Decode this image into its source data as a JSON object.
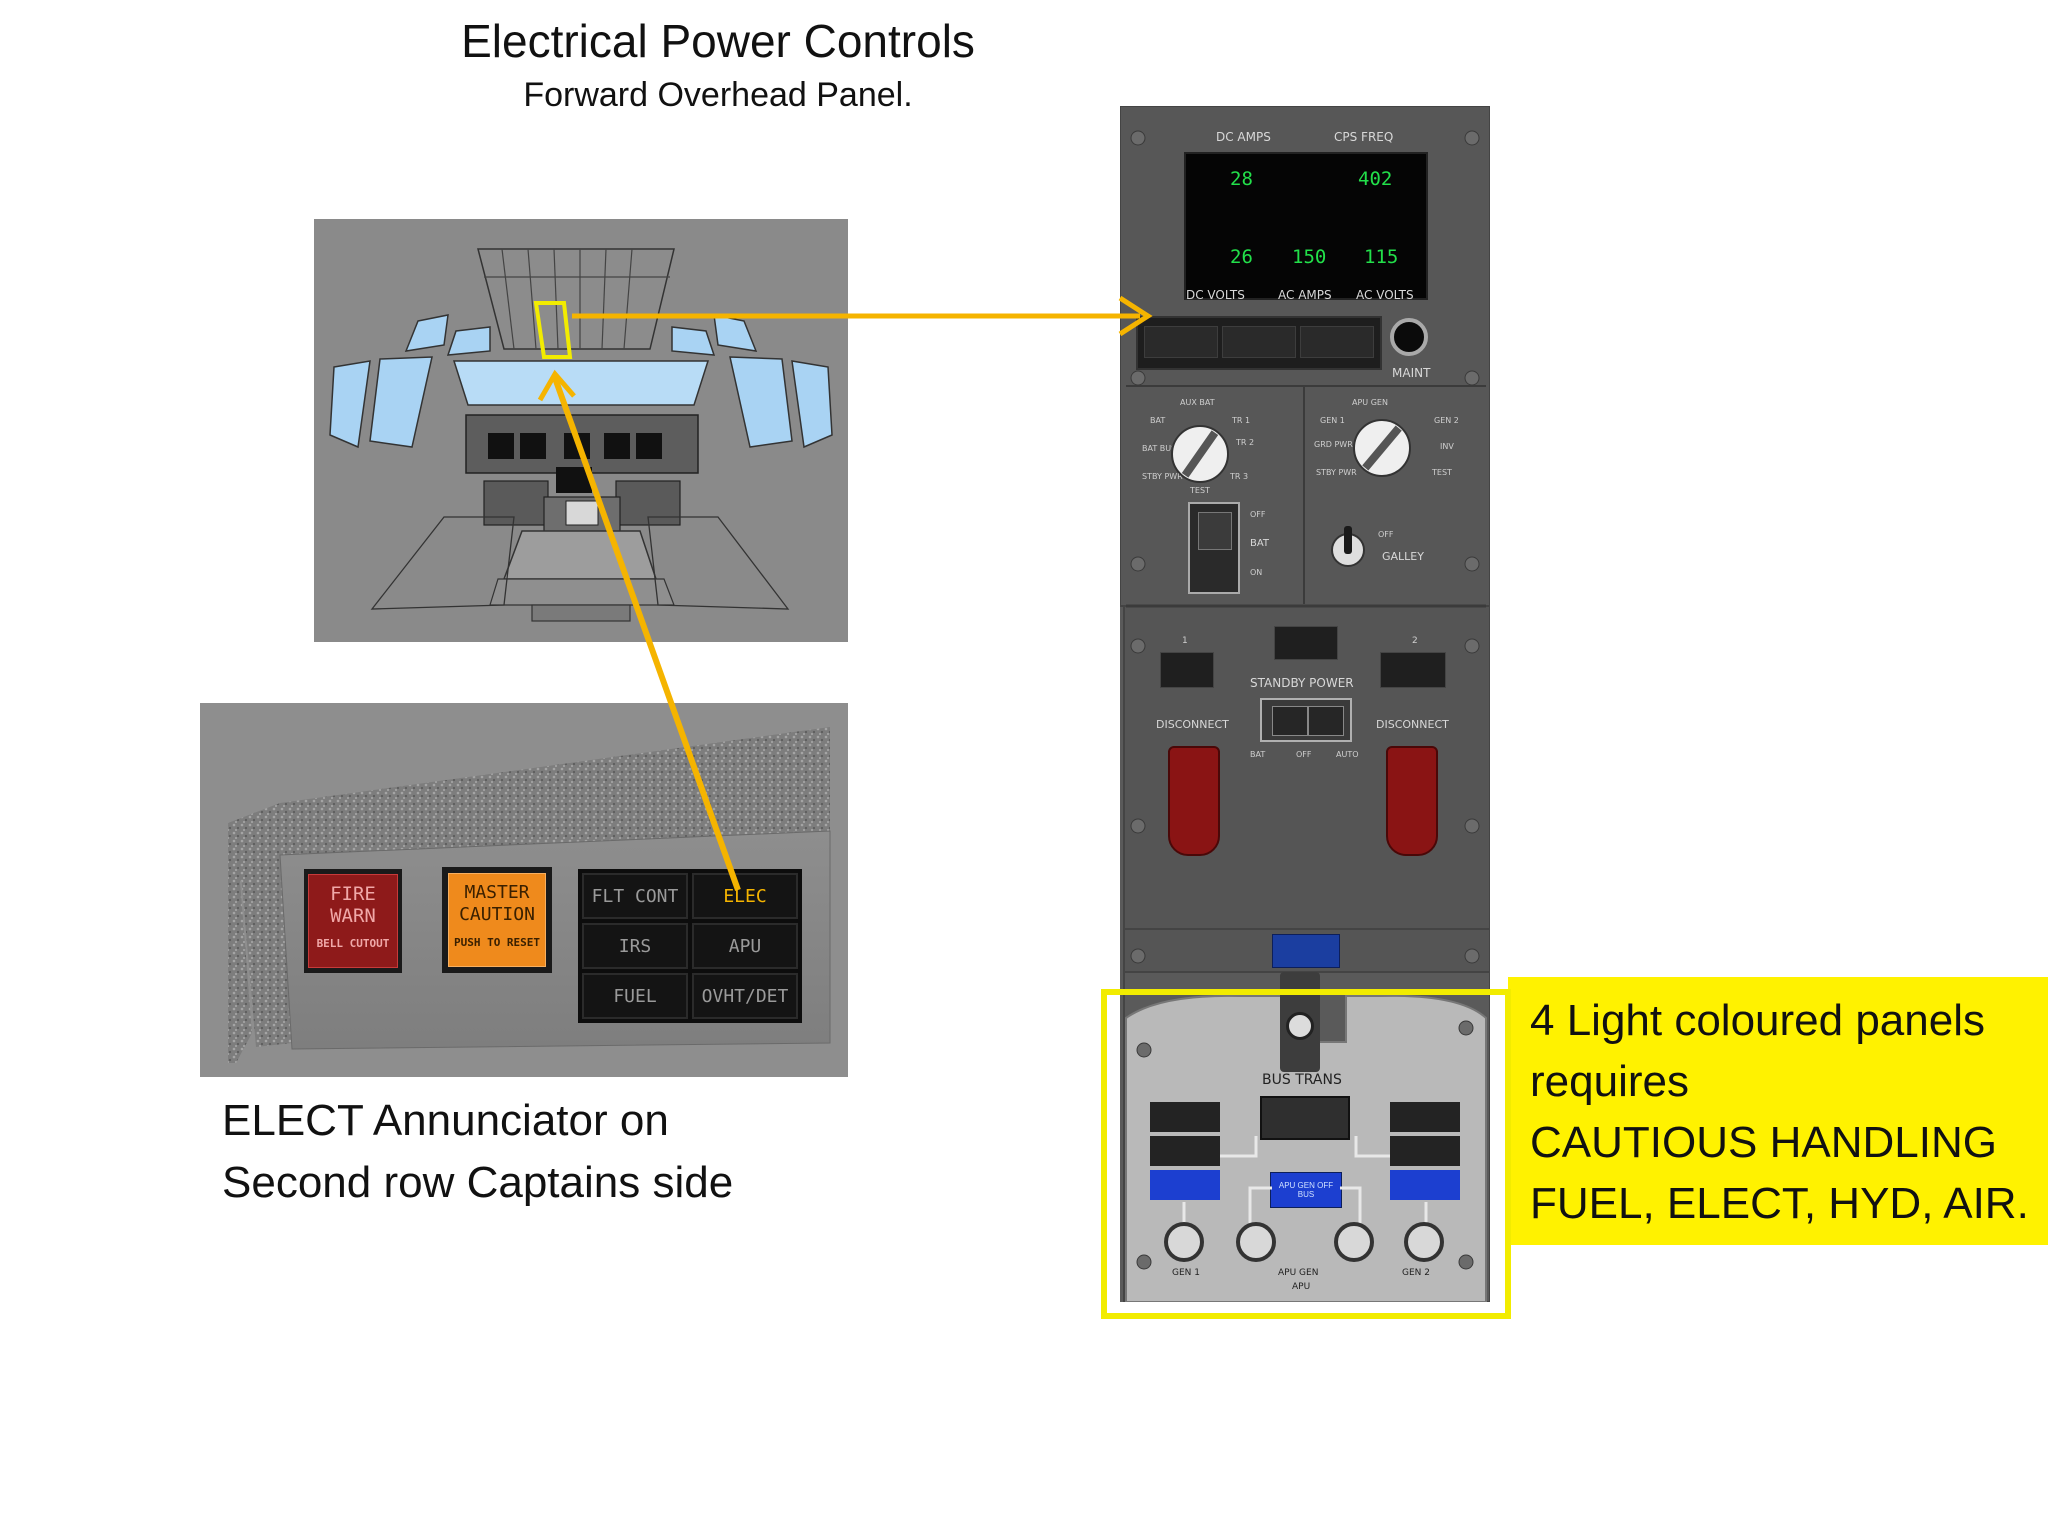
{
  "header": {
    "title": "Electrical Power Controls",
    "subtitle": "Forward Overhead Panel."
  },
  "annunciator": {
    "fire_warn": [
      "FIRE",
      "WARN"
    ],
    "bell_cutout": "BELL CUTOUT",
    "master_caution": [
      "MASTER",
      "CAUTION"
    ],
    "push_to_reset": "PUSH TO RESET",
    "lights": {
      "flt_cont": "FLT CONT",
      "elec": "ELEC",
      "irs": "IRS",
      "apu": "APU",
      "fuel": "FUEL",
      "ovht_det": "OVHT/DET"
    }
  },
  "captions": {
    "annunciator_line1": "ELECT Annunciator on",
    "annunciator_line2": "Second row Captains side",
    "note_line1": "4 Light coloured panels",
    "note_line2": "requires",
    "note_line3": "CAUTIOUS HANDLING",
    "note_line4": "FUEL, ELECT, HYD, AIR."
  },
  "overhead_panel": {
    "meters": {
      "dc_amps": "DC AMPS",
      "cps_freq": "CPS FREQ",
      "dc_volts": "DC VOLTS",
      "ac_amps": "AC AMPS",
      "ac_volts": "AC VOLTS",
      "readout_dc_amps": "28",
      "readout_cps_freq": "402",
      "readout_dc_volts": "26",
      "readout_ac_amps": "150",
      "readout_ac_volts": "115"
    },
    "maint": "MAINT",
    "galley": "GALLEY",
    "standby_power": "STANDBY POWER",
    "disconnect": "DISCONNECT",
    "bat": "BAT",
    "off": "OFF",
    "auto": "AUTO",
    "on": "ON",
    "drive_1": "1",
    "drive_2": "2",
    "bus_trans": "BUS TRANS",
    "apu_gen_off_bus": "APU GEN OFF BUS",
    "apu_gen": "APU GEN",
    "apu": "APU",
    "gen_1": "GEN 1",
    "gen_2": "GEN 2",
    "dc_selector": [
      "AUX BAT",
      "BAT",
      "TR 1",
      "TR 2",
      "TR 3",
      "TEST",
      "STBY PWR",
      "BAT BUS"
    ],
    "ac_selector": [
      "APU GEN",
      "GEN 1",
      "GEN 2",
      "INV",
      "TEST",
      "STBY PWR",
      "GRD PWR"
    ]
  },
  "colors": {
    "arrow": "#f5b400",
    "highlight": "#f2ec00",
    "note_bg": "#fff200",
    "seven_seg": "#22e04a",
    "fire_warn": "#8e1a1a",
    "master_caution": "#ef8a1c",
    "blue_light": "#1c3fd0"
  }
}
